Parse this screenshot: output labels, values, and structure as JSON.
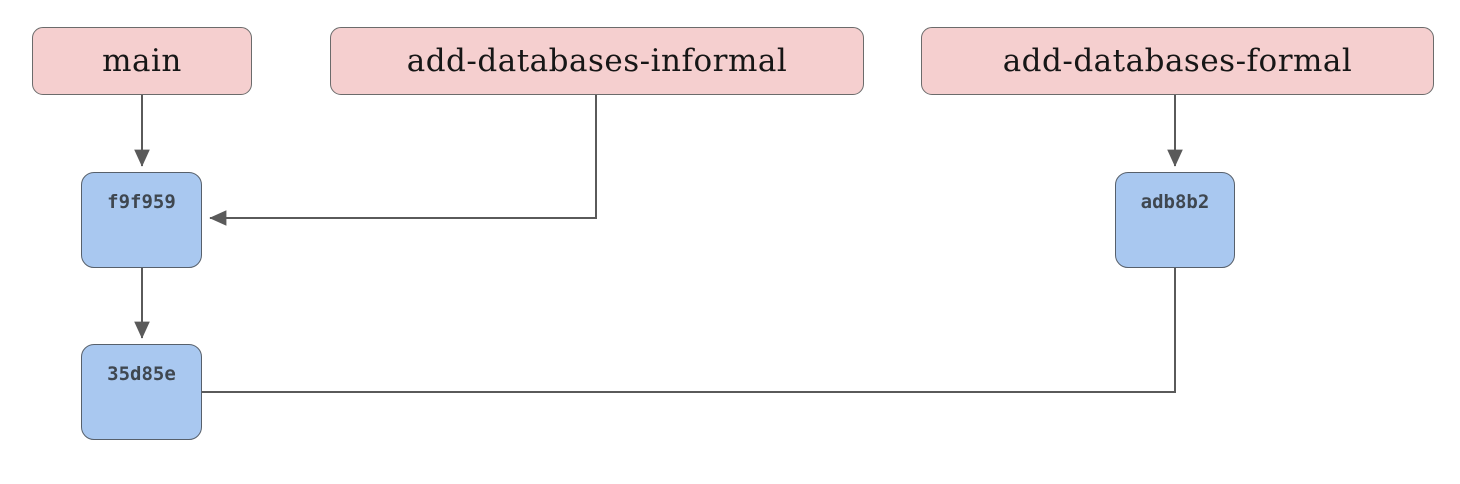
{
  "diagram": {
    "type": "git-branch-graph",
    "background_color": "#ffffff",
    "branch_fill_color": "#f5cfcf",
    "branch_border_color": "#6b6b6b",
    "commit_fill_color": "#a9c8f0",
    "commit_border_color": "#57606b",
    "edge_color": "#5a5a5a",
    "branches": [
      {
        "id": "main",
        "label": "main"
      },
      {
        "id": "informal",
        "label": "add-databases-informal"
      },
      {
        "id": "formal",
        "label": "add-databases-formal"
      }
    ],
    "commits": [
      {
        "id": "f9f959",
        "label": "f9f959"
      },
      {
        "id": "35d85e",
        "label": "35d85e"
      },
      {
        "id": "adb8b2",
        "label": "adb8b2"
      }
    ],
    "edges": [
      {
        "from": "main",
        "to": "f9f959",
        "arrow": true
      },
      {
        "from": "informal",
        "to": "f9f959",
        "arrow": true
      },
      {
        "from": "f9f959",
        "to": "35d85e",
        "arrow": true
      },
      {
        "from": "formal",
        "to": "adb8b2",
        "arrow": true
      },
      {
        "from": "adb8b2",
        "to": "35d85e",
        "arrow": false
      }
    ]
  }
}
